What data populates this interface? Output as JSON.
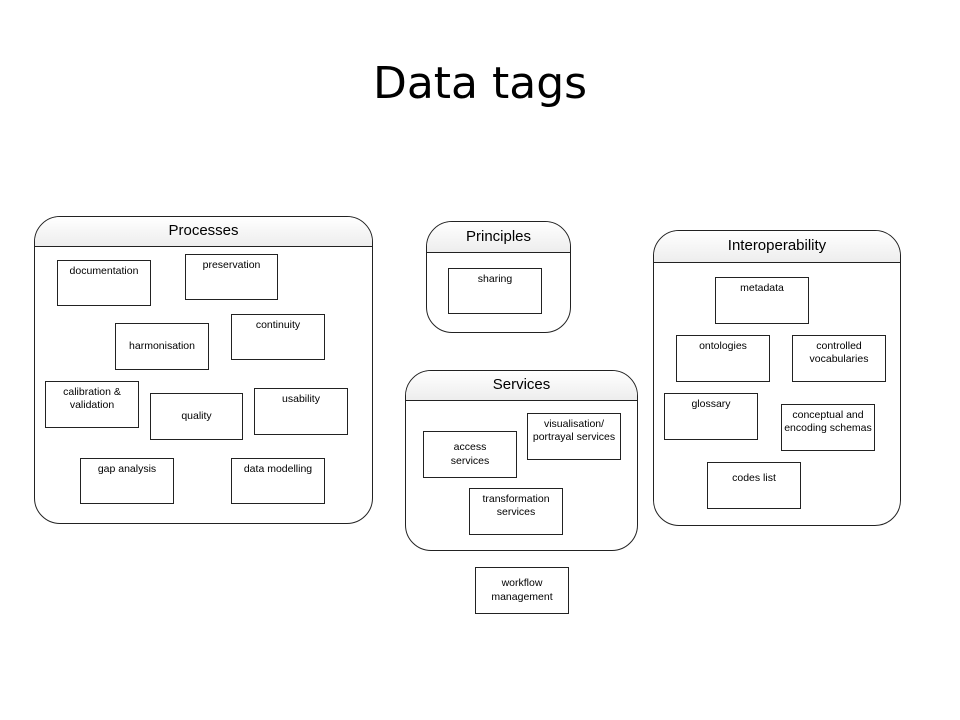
{
  "slide": {
    "title": "Data tags"
  },
  "groups": {
    "processes": {
      "title": "Processes",
      "items": {
        "documentation": "documentation",
        "preservation": "preservation",
        "harmonisation": "harmonisation",
        "continuity": "continuity",
        "calibration": "calibration &\nvalidation",
        "quality": "quality",
        "usability": "usability",
        "gap_analysis": "gap analysis",
        "data_modelling": "data modelling"
      }
    },
    "principles": {
      "title": "Principles",
      "items": {
        "sharing": "sharing"
      }
    },
    "services": {
      "title": "Services",
      "items": {
        "visualisation": "visualisation/\nportrayal services",
        "access": "access\nservices",
        "transformation": "transformation\nservices"
      }
    },
    "interoperability": {
      "title": "Interoperability",
      "items": {
        "metadata": "metadata",
        "ontologies": "ontologies",
        "controlled_vocabularies": "controlled\nvocabularies",
        "glossary": "glossary",
        "conceptual": "conceptual and\nencoding schemas",
        "codes_list": "codes list"
      }
    }
  },
  "standalone": {
    "workflow": "workflow\nmanagement"
  }
}
